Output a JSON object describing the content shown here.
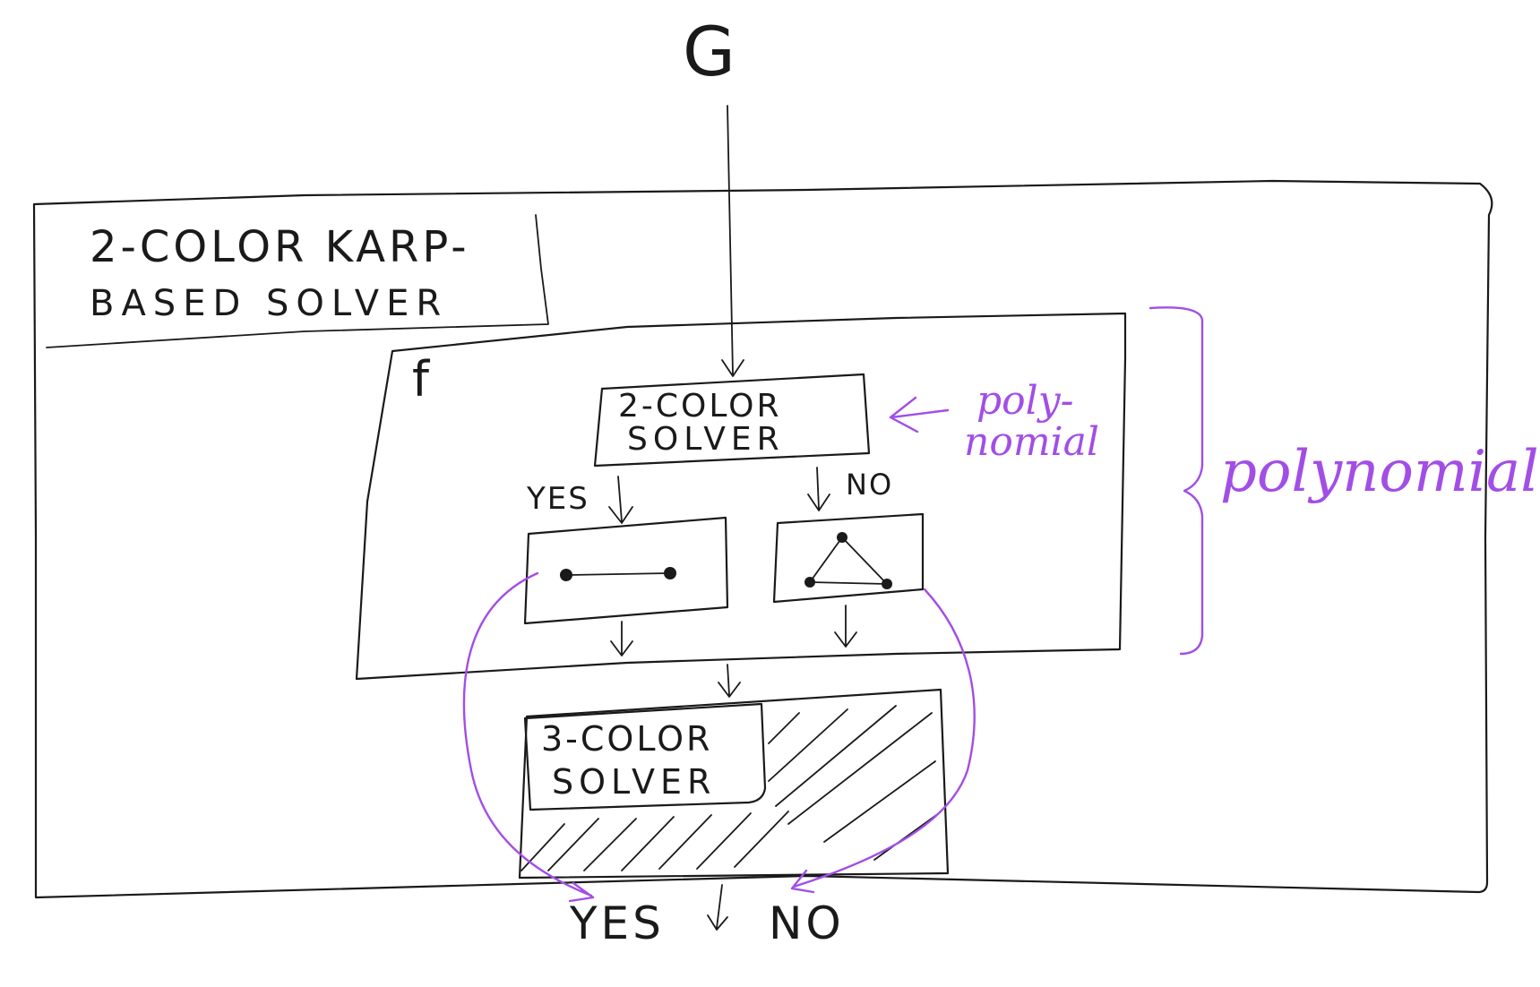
{
  "input_label": "G",
  "outer_box_title": [
    "2-COLOR KARP-",
    "BASED SOLVER"
  ],
  "f_box_label": "f",
  "two_color_solver": [
    "2-COLOR",
    "SOLVER"
  ],
  "poly_inner": [
    "poly-",
    "nomial"
  ],
  "poly_outer": "polynomial",
  "branch_yes": "YES",
  "branch_no": "NO",
  "three_color_solver": [
    "3-COLOR",
    "SOLVER"
  ],
  "output_yes": "YES",
  "output_no": "NO",
  "colors": {
    "ink": "#1a1a1a",
    "annotation": "#a24ee6"
  }
}
